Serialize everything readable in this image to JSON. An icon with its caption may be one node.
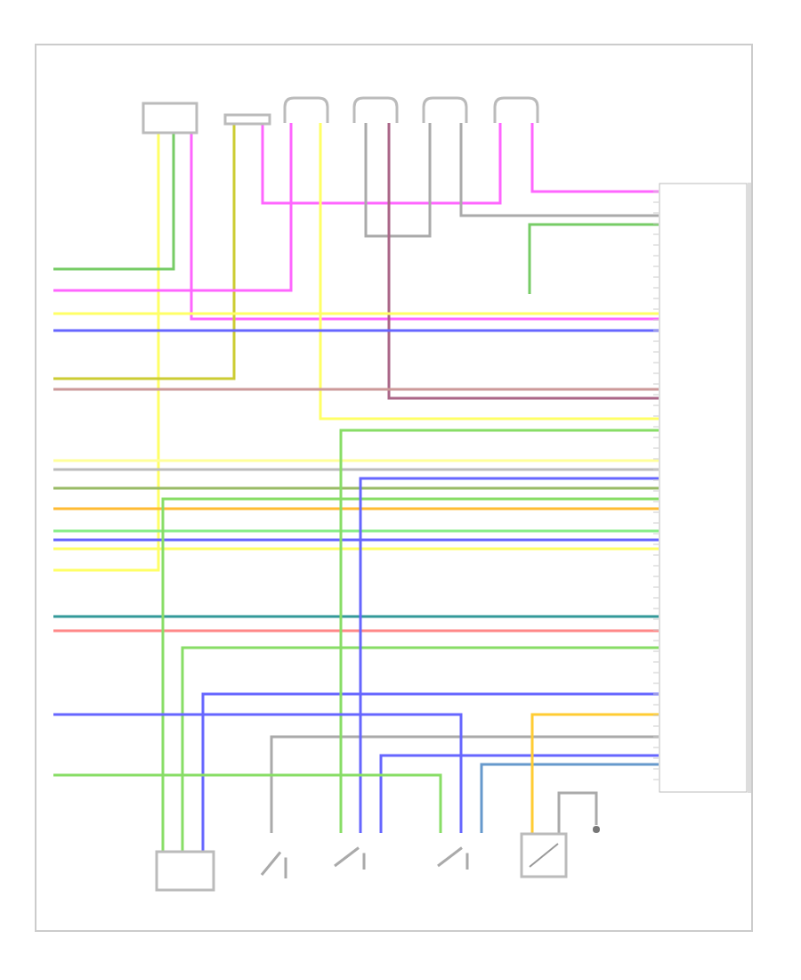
{
  "diagram": {
    "nodes": [
      {
        "text": [],
        "shape": "box"
      },
      {
        "text": [],
        "shape": "box"
      },
      {
        "text": [],
        "shape": "box"
      },
      {
        "text": [],
        "shape": "box"
      },
      {
        "text": [],
        "shape": "box"
      },
      {
        "text": [],
        "shape": "box"
      },
      {
        "text": [],
        "shape": "box"
      },
      {
        "text": [],
        "shape": "box"
      },
      {
        "text": [],
        "shape": "switch"
      },
      {
        "text": [],
        "shape": "switch"
      },
      {
        "text": [],
        "shape": "switch"
      },
      {
        "text": [],
        "shape": "gauge"
      },
      {
        "text": [],
        "shape": "circle"
      }
    ],
    "edges": [
      {
        "from": 0,
        "to": null,
        "arrow": "none",
        "color": "#ffff66"
      },
      {
        "from": 0,
        "to": null,
        "arrow": "none",
        "color": "#77cc66"
      },
      {
        "from": 0,
        "to": 6,
        "arrow": "none",
        "color": "#ff66ff"
      },
      {
        "from": 1,
        "to": null,
        "arrow": "none",
        "color": "#cccc33"
      },
      {
        "from": 1,
        "to": 5,
        "arrow": "none",
        "color": "#ff66ff"
      },
      {
        "from": 5,
        "to": 6,
        "arrow": "none",
        "color": "#ff66ff"
      },
      {
        "from": 2,
        "to": null,
        "arrow": "none",
        "color": "#ff66ff"
      },
      {
        "from": 2,
        "to": 6,
        "arrow": "none",
        "color": "#ffff66"
      },
      {
        "from": 3,
        "to": 4,
        "arrow": "none",
        "color": "#aaaaaa"
      },
      {
        "from": 3,
        "to": 6,
        "arrow": "none",
        "color": "#aa6688"
      },
      {
        "from": 4,
        "to": 6,
        "arrow": "none",
        "color": "#aaaaaa"
      },
      {
        "from": null,
        "to": 6,
        "arrow": "none",
        "color": "#77cc66"
      },
      {
        "from": null,
        "to": 6,
        "arrow": "none",
        "color": "#ffff66"
      },
      {
        "from": null,
        "to": 6,
        "arrow": "none",
        "color": "#6666ff"
      },
      {
        "from": null,
        "to": 6,
        "arrow": "none",
        "color": "#cc9999"
      },
      {
        "from": null,
        "to": 6,
        "arrow": "none",
        "color": "#ffff99"
      },
      {
        "from": null,
        "to": 6,
        "arrow": "none",
        "color": "#bbbbbb"
      },
      {
        "from": null,
        "to": 6,
        "arrow": "none",
        "color": "#99bb66"
      },
      {
        "from": null,
        "to": 6,
        "arrow": "none",
        "color": "#ffbb33"
      },
      {
        "from": null,
        "to": 6,
        "arrow": "none",
        "color": "#88ee88"
      },
      {
        "from": null,
        "to": 6,
        "arrow": "none",
        "color": "#6666ff"
      },
      {
        "from": null,
        "to": 6,
        "arrow": "none",
        "color": "#ffff66"
      },
      {
        "from": null,
        "to": 6,
        "arrow": "none",
        "color": "#339999"
      },
      {
        "from": null,
        "to": 6,
        "arrow": "none",
        "color": "#ff8888"
      },
      {
        "from": 7,
        "to": 6,
        "arrow": "none",
        "color": "#88dd66"
      },
      {
        "from": 7,
        "to": 6,
        "arrow": "none",
        "color": "#88dd66"
      },
      {
        "from": 7,
        "to": 6,
        "arrow": "none",
        "color": "#6666ff"
      },
      {
        "from": 8,
        "to": 6,
        "arrow": "none",
        "color": "#aaaaaa"
      },
      {
        "from": 9,
        "to": 6,
        "arrow": "none",
        "color": "#88dd66"
      },
      {
        "from": 9,
        "to": 6,
        "arrow": "none",
        "color": "#6666ff"
      },
      {
        "from": 9,
        "to": 6,
        "arrow": "none",
        "color": "#6666ff"
      },
      {
        "from": 10,
        "to": null,
        "arrow": "none",
        "color": "#88dd66"
      },
      {
        "from": 10,
        "to": null,
        "arrow": "none",
        "color": "#6666ff"
      },
      {
        "from": 10,
        "to": 6,
        "arrow": "none",
        "color": "#6699cc"
      },
      {
        "from": 11,
        "to": 6,
        "arrow": "none",
        "color": "#ffcc33"
      },
      {
        "from": 11,
        "to": 12,
        "arrow": "none",
        "color": "#aaaaaa"
      }
    ]
  }
}
